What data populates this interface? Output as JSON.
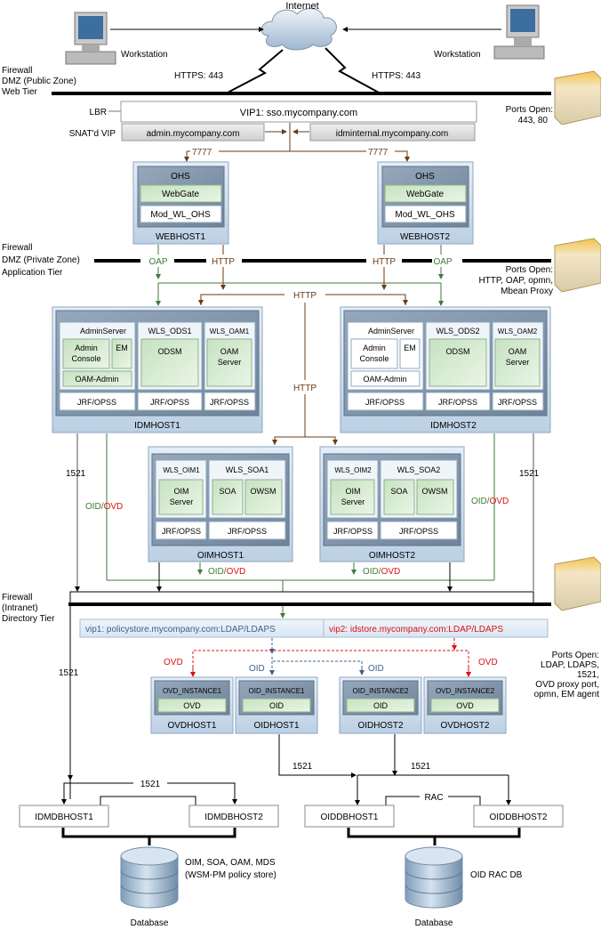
{
  "internet": {
    "label": "Internet"
  },
  "workstations": [
    {
      "label": "Workstation"
    },
    {
      "label": "Workstation"
    }
  ],
  "links": {
    "https_left": "HTTPS: 443",
    "https_right": "HTTPS: 443",
    "port_7777_left": "7777",
    "port_7777_right": "7777",
    "oap": "OAP",
    "http": "HTTP",
    "http_mid": "HTTP",
    "http_lower": "HTTP",
    "db_port": "1521",
    "oid": "OID",
    "ovd": "OVD",
    "oid_slash": "OID/",
    "rac": "RAC"
  },
  "zones": {
    "web": [
      "Firewall",
      "DMZ (Public Zone)",
      "Web Tier"
    ],
    "app": [
      "Firewall",
      "DMZ (Private Zone)",
      "Application Tier"
    ],
    "dir": [
      "Firewall",
      "(Intranet)",
      "Directory Tier"
    ]
  },
  "ports_open": {
    "web": [
      "Ports Open:",
      "443, 80"
    ],
    "app": [
      "Ports Open:",
      "HTTP, OAP, opmn,",
      "Mbean Proxy"
    ],
    "dir": [
      "Ports Open:",
      "LDAP, LDAPS,",
      "1521,",
      "OVD proxy port,",
      "opmn, EM agent"
    ]
  },
  "lbr": {
    "label": "LBR",
    "snat_label": "SNAT'd VIP",
    "vip1": "VIP1: sso.mycompany.com",
    "admin_vip": "admin.mycompany.com",
    "internal_vip": "idminternal.mycompany.com"
  },
  "webhosts": [
    {
      "name": "WEBHOST1",
      "ohs": "OHS",
      "webgate": "WebGate",
      "mod": "Mod_WL_OHS"
    },
    {
      "name": "WEBHOST2",
      "ohs": "OHS",
      "webgate": "WebGate",
      "mod": "Mod_WL_OHS"
    }
  ],
  "idmhosts": [
    {
      "name": "IDMHOST1",
      "admin_server": "AdminServer",
      "admin_console": [
        "Admin",
        "Console"
      ],
      "em": "EM",
      "oam_admin": "OAM-Admin",
      "ods": "WLS_ODS1",
      "odsm": "ODSM",
      "oam": "WLS_OAM1",
      "oam_server": [
        "OAM",
        "Server"
      ],
      "jrf": "JRF/OPSS"
    },
    {
      "name": "IDMHOST2",
      "admin_server": "AdminServer",
      "admin_console": [
        "Admin",
        "Console"
      ],
      "em": "EM",
      "oam_admin": "OAM-Admin",
      "ods": "WLS_ODS2",
      "odsm": "ODSM",
      "oam": "WLS_OAM2",
      "oam_server": [
        "OAM",
        "Server"
      ],
      "jrf": "JRF/OPSS"
    }
  ],
  "oimhosts": [
    {
      "name": "OIMHOST1",
      "oim": "WLS_OIM1",
      "oim_server": [
        "OIM",
        "Server"
      ],
      "soa_wls": "WLS_SOA1",
      "soa": "SOA",
      "owsm": "OWSM",
      "jrf": "JRF/OPSS"
    },
    {
      "name": "OIMHOST2",
      "oim": "WLS_OIM2",
      "oim_server": [
        "OIM",
        "Server"
      ],
      "soa_wls": "WLS_SOA2",
      "soa": "SOA",
      "owsm": "OWSM",
      "jrf": "JRF/OPSS"
    }
  ],
  "ldap_vips": {
    "vip1": "vip1: policystore.mycompany.com:LDAP/LDAPS",
    "vip2": "vip2: idstore.mycompany.com:LDAP/LDAPS"
  },
  "dirhosts": [
    {
      "name": "OVDHOST1",
      "instance": "OVD_INSTANCE1",
      "component": "OVD"
    },
    {
      "name": "OIDHOST1",
      "instance": "OID_INSTANCE1",
      "component": "OID"
    },
    {
      "name": "OIDHOST2",
      "instance": "OID_INSTANCE2",
      "component": "OID"
    },
    {
      "name": "OVDHOST2",
      "instance": "OVD_INSTANCE2",
      "component": "OVD"
    }
  ],
  "dbhosts": {
    "idm": [
      "IDMDBHOST1",
      "IDMDBHOST2"
    ],
    "oid": [
      "OIDDBHOST1",
      "OIDDBHOST2"
    ]
  },
  "databases": [
    {
      "label": "Database",
      "desc": [
        "OIM, SOA, OAM, MDS",
        "(WSM-PM policy store)"
      ]
    },
    {
      "label": "Database",
      "desc": [
        "OID RAC DB"
      ]
    }
  ],
  "colors": {
    "http_brown": "#6b3a12",
    "oap_green": "#3f7a3a",
    "ovd_red": "#e01010",
    "oid_blue": "#3e6388"
  }
}
